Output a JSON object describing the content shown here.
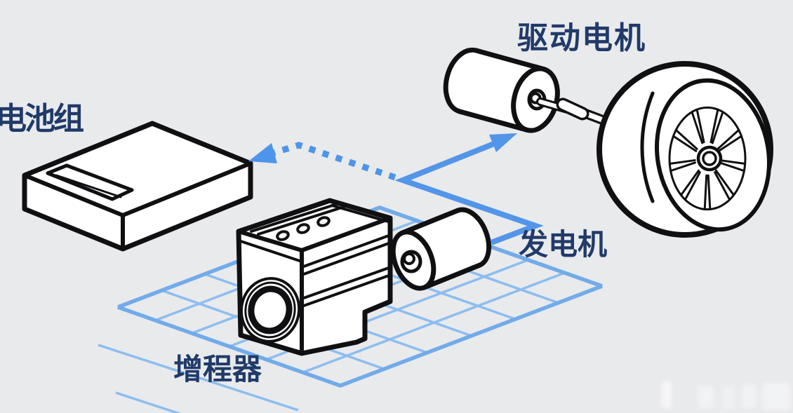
{
  "labels": {
    "battery_pack": "电池组",
    "drive_motor": "驱动电机",
    "generator": "发电机",
    "range_extender": "增程器"
  },
  "colors": {
    "background": "#e9eaec",
    "label_text": "#203a69",
    "line_art": "#101012",
    "solid_arrow": "#5295e9",
    "dotted_arrow": "#4e94ea",
    "grid_line": "#8cbdf0",
    "grid_border": "#72abe9"
  }
}
